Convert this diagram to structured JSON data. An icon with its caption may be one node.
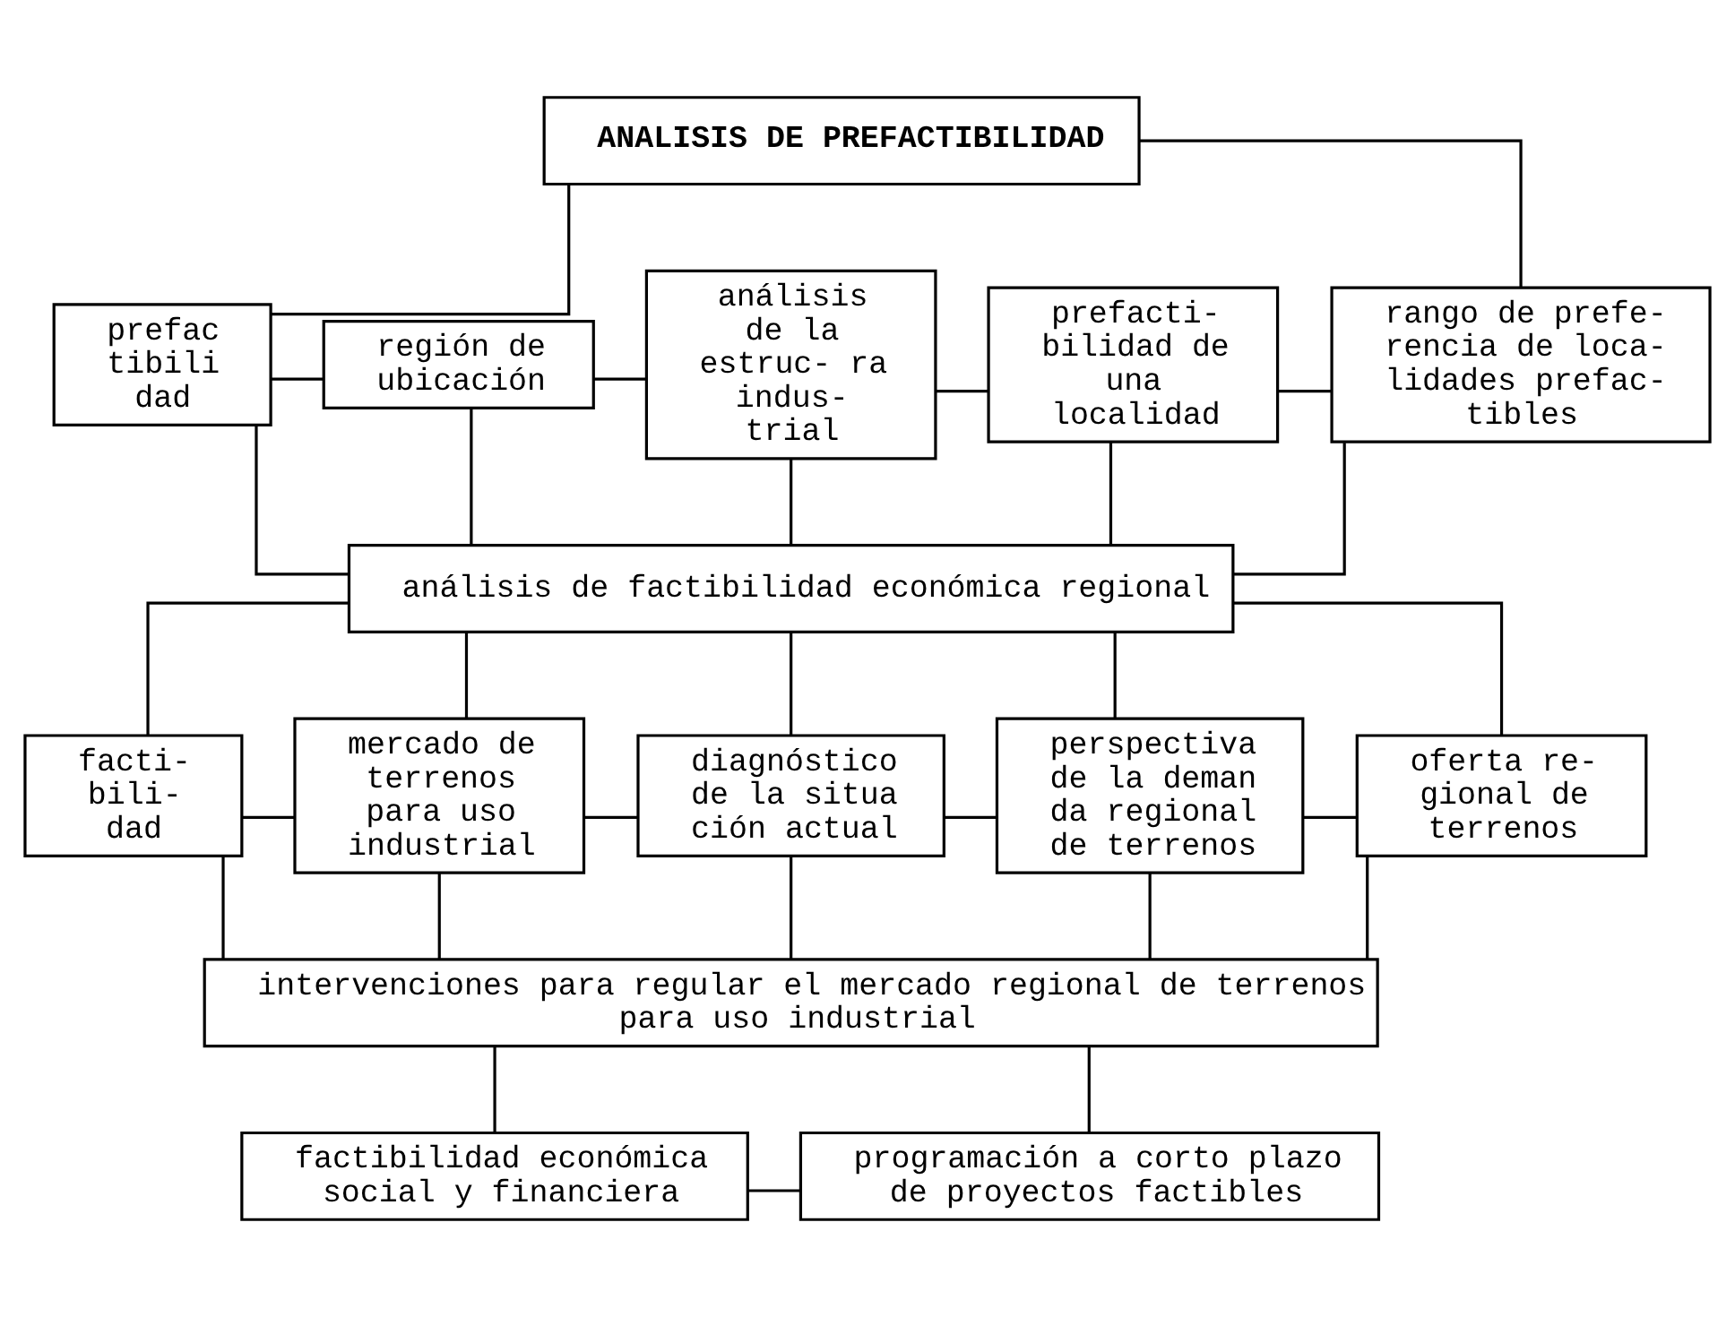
{
  "diagram": {
    "nodes": [
      {
        "text": [
          "ANALISIS DE PREFACTIBILIDAD"
        ]
      },
      {
        "text": [
          "prefac tibili dad"
        ]
      },
      {
        "text": [
          "región de ubicación"
        ]
      },
      {
        "text": [
          "análisis de la estruc- ra indus- trial"
        ]
      },
      {
        "text": [
          "prefacti- bilidad de una localidad"
        ]
      },
      {
        "text": [
          "rango de prefe- rencia de loca- lidades prefac- tibles"
        ]
      },
      {
        "text": [
          "análisis de factibilidad económica regional"
        ]
      },
      {
        "text": [
          "facti- bili- dad"
        ]
      },
      {
        "text": [
          "mercado de terrenos para uso industrial"
        ]
      },
      {
        "text": [
          "diagnóstico de la situa ción actual"
        ]
      },
      {
        "text": [
          "perspectiva de la deman da regional de terrenos"
        ]
      },
      {
        "text": [
          "oferta re- gional de terrenos"
        ]
      },
      {
        "text": [
          "intervenciones para regular el mercado regional de terrenos para uso industrial"
        ]
      },
      {
        "text": [
          "factibilidad económica social y financiera"
        ]
      },
      {
        "text": [
          "programación a corto plazo de proyectos factibles"
        ]
      }
    ],
    "edges": [
      {
        "from": 0,
        "to": 1,
        "arrow": "none"
      },
      {
        "from": 0,
        "to": 5,
        "arrow": "none"
      },
      {
        "from": 1,
        "to": 2,
        "arrow": "none"
      },
      {
        "from": 2,
        "to": 3,
        "arrow": "none"
      },
      {
        "from": 3,
        "to": 4,
        "arrow": "none"
      },
      {
        "from": 4,
        "to": 5,
        "arrow": "none"
      },
      {
        "from": 1,
        "to": 6,
        "arrow": "none"
      },
      {
        "from": 2,
        "to": 6,
        "arrow": "none"
      },
      {
        "from": 3,
        "to": 6,
        "arrow": "none"
      },
      {
        "from": 4,
        "to": 6,
        "arrow": "none"
      },
      {
        "from": 5,
        "to": 6,
        "arrow": "none"
      },
      {
        "from": 6,
        "to": 7,
        "arrow": "none"
      },
      {
        "from": 6,
        "to": 8,
        "arrow": "none"
      },
      {
        "from": 6,
        "to": 9,
        "arrow": "none"
      },
      {
        "from": 6,
        "to": 10,
        "arrow": "none"
      },
      {
        "from": 6,
        "to": 11,
        "arrow": "none"
      },
      {
        "from": 7,
        "to": 8,
        "arrow": "none"
      },
      {
        "from": 8,
        "to": 9,
        "arrow": "none"
      },
      {
        "from": 9,
        "to": 10,
        "arrow": "none"
      },
      {
        "from": 10,
        "to": 11,
        "arrow": "none"
      },
      {
        "from": 7,
        "to": 12,
        "arrow": "none"
      },
      {
        "from": 8,
        "to": 12,
        "arrow": "none"
      },
      {
        "from": 9,
        "to": 12,
        "arrow": "none"
      },
      {
        "from": 10,
        "to": 12,
        "arrow": "none"
      },
      {
        "from": 11,
        "to": 12,
        "arrow": "none"
      },
      {
        "from": 12,
        "to": 13,
        "arrow": "none"
      },
      {
        "from": 12,
        "to": 14,
        "arrow": "none"
      },
      {
        "from": 13,
        "to": 14,
        "arrow": "none"
      }
    ]
  }
}
